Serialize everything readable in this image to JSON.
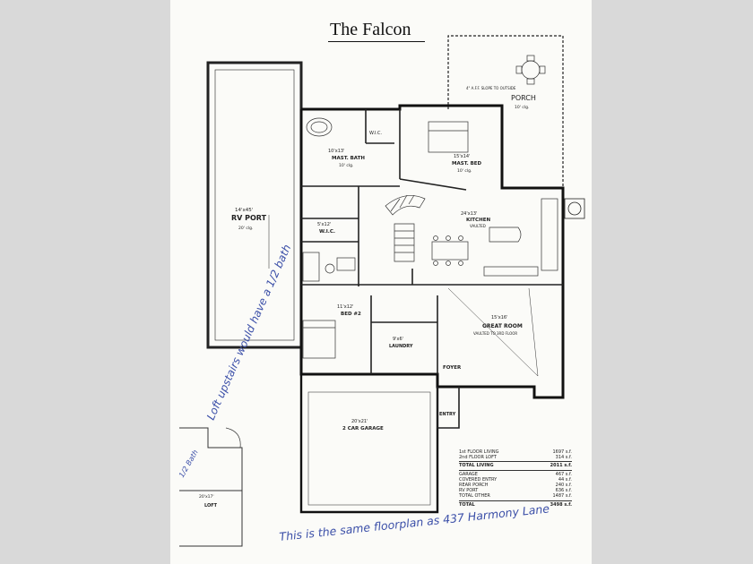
{
  "document": {
    "title": "The Falcon"
  },
  "rooms": {
    "rv_port": {
      "name": "RV PORT",
      "size": "14'x45'",
      "ceiling": "20' clg."
    },
    "master_bath": {
      "name": "MAST. BATH",
      "size": "10'x13'",
      "ceiling": "10' clg."
    },
    "master_bed": {
      "name": "MAST. BED",
      "size": "15'x14'",
      "ceiling": "10' clg."
    },
    "wic_master": {
      "name": "W.I.C."
    },
    "porch": {
      "name": "PORCH",
      "ceiling": "10' clg.",
      "note": "4\" A.F.F. SLOPE TO OUTSIDE"
    },
    "kitchen": {
      "name": "KITCHEN",
      "size": "24'x13'",
      "note": "VAULTED"
    },
    "wic": {
      "name": "W.I.C.",
      "size": "5'x12'"
    },
    "bed2": {
      "name": "BED #2",
      "size": "11'x12'"
    },
    "great_room": {
      "name": "GREAT ROOM",
      "size": "15'x16'",
      "note": "VAULTED TO 3RD FLOOR"
    },
    "laundry": {
      "name": "LAUNDRY",
      "size": "9'x6'"
    },
    "foyer": {
      "name": "FOYER"
    },
    "entry": {
      "name": "ENTRY"
    },
    "garage": {
      "name": "2 CAR GARAGE",
      "size": "20'x21'"
    },
    "loft": {
      "name": "LOFT",
      "size": "20'x17'"
    }
  },
  "annotations": {
    "loft_note": "Loft upstairs would have a 1/2 bath",
    "half_bath": "1/2 Bath",
    "bottom_note": "This is the same floorplan as 437 Harmony Lane"
  },
  "area_table": {
    "living": [
      {
        "label": "1st FLOOR LIVING",
        "value": "1697 s.f."
      },
      {
        "label": "2nd FLOOR LOFT",
        "value": "314 s.f."
      }
    ],
    "total_living": {
      "label": "TOTAL LIVING",
      "value": "2011 s.f."
    },
    "other": [
      {
        "label": "GARAGE",
        "value": "467 s.f."
      },
      {
        "label": "COVERED ENTRY",
        "value": "44 s.f."
      },
      {
        "label": "REAR PORCH",
        "value": "240 s.f."
      },
      {
        "label": "RV PORT",
        "value": "636 s.f."
      }
    ],
    "total_other": {
      "label": "TOTAL OTHER",
      "value": "1487 s.f."
    },
    "total": {
      "label": "TOTAL",
      "value": "3498 s.f."
    }
  }
}
